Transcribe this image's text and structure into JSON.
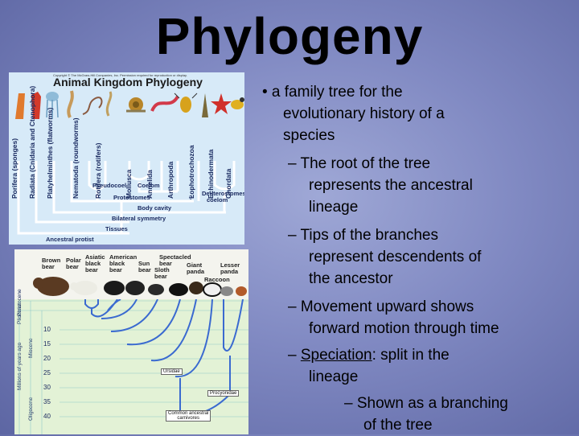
{
  "slide": {
    "title": "Phylogeny"
  },
  "figure1": {
    "copyright": "Copyright © The McGraw-Hill Companies, Inc. Permission required for reproduction or display.",
    "title": "Animal Kingdom Phylogeny",
    "phyla": [
      "Porifera (sponges)",
      "Radiata (Cnidaria and Ctenophora)",
      "Platyhelminthes (flatworms)",
      "Nematoda (roundworms)",
      "Rotifera (rotifers)",
      "Mollusca",
      "Annelida",
      "Arthropoda",
      "Lophotrochozoa",
      "Echinodermata",
      "Chordata"
    ],
    "labels": {
      "pseudocoel": "Pseudocoel",
      "coelom": "Coelom",
      "protostomes": "Protostomes",
      "deuterostomes": "Deuterostomes,",
      "coelom2": "coelom",
      "body_cavity": "Body cavity",
      "bilateral": "Bilateral symmetry",
      "tissues": "Tissues",
      "ancestral": "Ancestral protist",
      "question": "?"
    }
  },
  "figure2": {
    "animals": {
      "brown": [
        "Brown",
        "bear"
      ],
      "polar": [
        "Polar",
        "bear"
      ],
      "asiatic": [
        "Asiatic",
        "black",
        "bear"
      ],
      "american": [
        "American",
        "black",
        "bear"
      ],
      "sun": [
        "Sun",
        "bear"
      ],
      "spectacled": [
        "Spectacled",
        "bear"
      ],
      "sloth": [
        "Sloth",
        "bear"
      ],
      "giant": [
        "Giant",
        "panda"
      ],
      "raccoon": [
        "Raccoon"
      ],
      "lesser": [
        "Lesser",
        "panda"
      ]
    },
    "axis": {
      "ylabel": "Millions of years ago",
      "epochs": [
        "Pleistocene",
        "Pliocene",
        "Miocene",
        "Oligocene"
      ],
      "ticks": [
        "10",
        "15",
        "20",
        "25",
        "30",
        "35",
        "40"
      ]
    },
    "nodes": {
      "ursidae": "Ursidae",
      "procyonidae": "Procyonidae",
      "common": [
        "Common ancestral",
        "carnivores"
      ]
    }
  },
  "bullets": {
    "b1": [
      "• a family tree for the",
      "evolutionary history of a",
      "species"
    ],
    "b2": [
      "– The root of the tree",
      "represents the ancestral",
      "lineage"
    ],
    "b3": [
      "– Tips of the branches",
      "represent descendents of",
      "the ancestor"
    ],
    "b4": [
      "– Movement upward shows",
      "forward motion through time"
    ],
    "b5_term": "Speciation",
    "b5": [
      ": split in the",
      "lineage"
    ],
    "b6": [
      "– Shown as a branching",
      "of the tree"
    ],
    "dash": "–"
  }
}
